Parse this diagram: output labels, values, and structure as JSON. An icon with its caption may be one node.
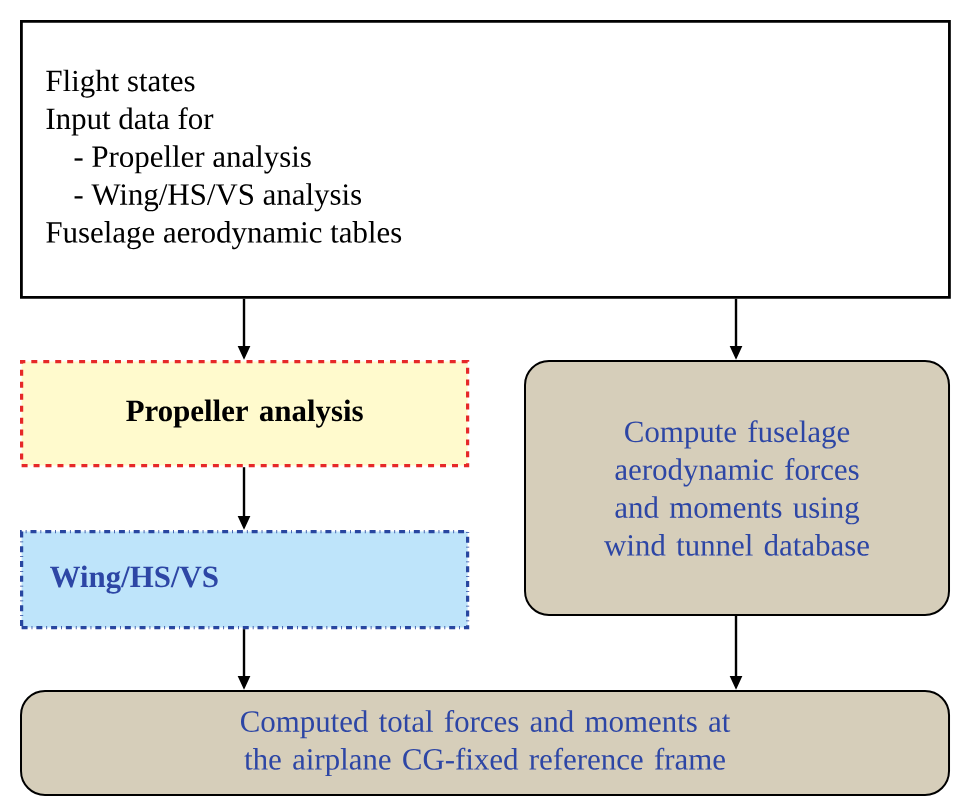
{
  "diagram": {
    "nodes": [
      {
        "text": [
          "Flight states",
          "Input data for",
          "- Propeller analysis",
          "- Wing/HS/VS analysis",
          "Fuselage aerodynamic tables"
        ]
      },
      {
        "text": [
          "Propeller analysis"
        ]
      },
      {
        "text": [
          "Compute fuselage aerodynamic forces and moments using wind tunnel database"
        ]
      },
      {
        "text": [
          "Wing/HS/VS"
        ]
      },
      {
        "text": [
          "Computed total forces and moments at the airplane CG-fixed reference frame"
        ]
      }
    ],
    "edges": [
      {
        "from": 0,
        "to": 1,
        "arrow": "to"
      },
      {
        "from": 0,
        "to": 2,
        "arrow": "to"
      },
      {
        "from": 1,
        "to": 3,
        "arrow": "to"
      },
      {
        "from": 3,
        "to": 4,
        "arrow": "to"
      },
      {
        "from": 2,
        "to": 4,
        "arrow": "to"
      }
    ]
  }
}
